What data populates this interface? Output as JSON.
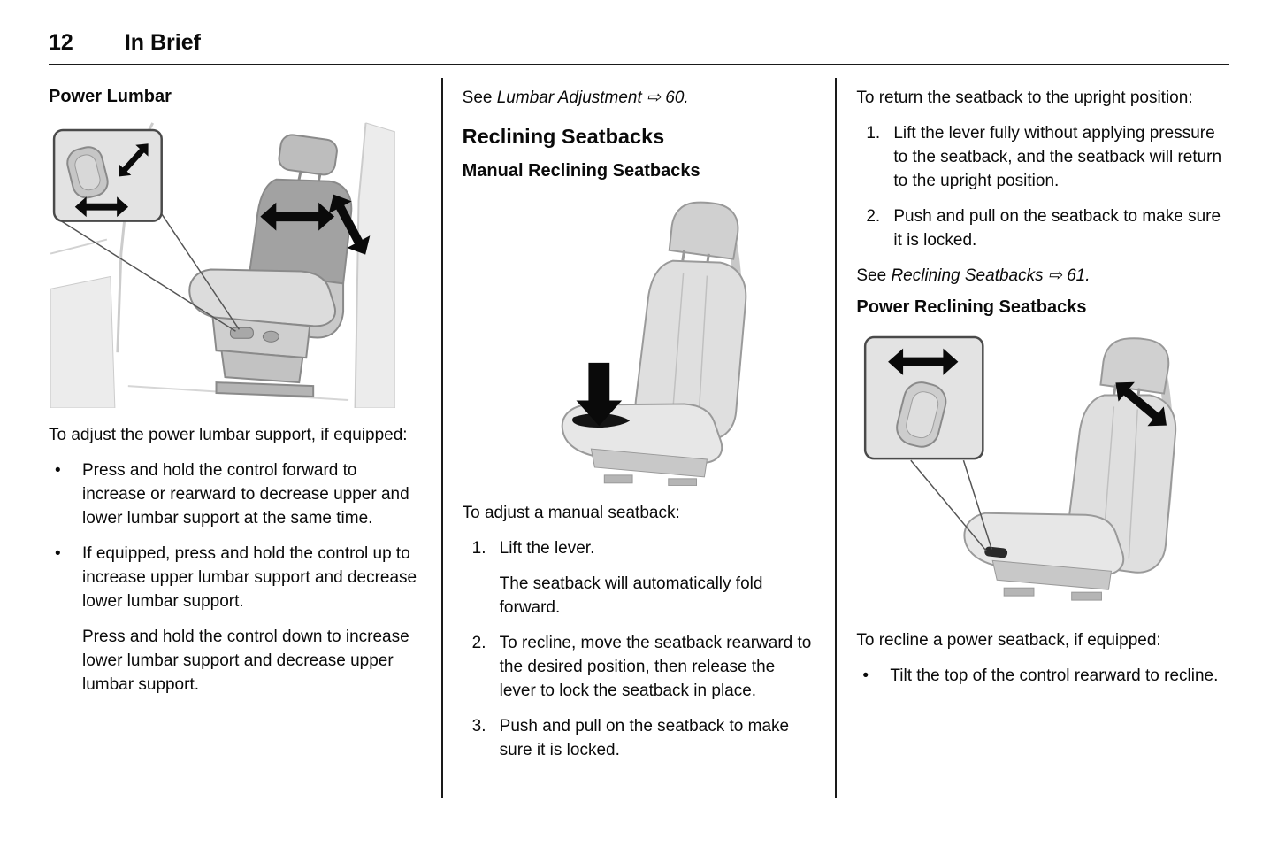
{
  "header": {
    "page_number": "12",
    "section_title": "In Brief"
  },
  "col1": {
    "heading": "Power Lumbar",
    "intro": "To adjust the power lumbar support, if equipped:",
    "bullets": [
      "Press and hold the control forward to increase or rearward to decrease upper and lower lumbar support at the same time.",
      "If equipped, press and hold the control up to increase upper lumbar support and decrease lower lumbar support."
    ],
    "continuation": "Press and hold the control down to increase lower lumbar support and decrease upper lumbar support."
  },
  "col2": {
    "see_reference": {
      "prefix": "See ",
      "link": "Lumbar Adjustment",
      "suffix": " ⇨ 60."
    },
    "heading": "Reclining Seatbacks",
    "subheading": "Manual Reclining Seatbacks",
    "intro": "To adjust a manual seatback:",
    "steps": [
      {
        "num": "1.",
        "text": "Lift the lever.",
        "text2": "The seatback will automatically fold forward."
      },
      {
        "num": "2.",
        "text": "To recline, move the seatback rearward to the desired position, then release the lever to lock the seatback in place."
      },
      {
        "num": "3.",
        "text": "Push and pull on the seatback to make sure it is locked."
      }
    ]
  },
  "col3": {
    "intro": "To return the seatback to the upright position:",
    "steps": [
      {
        "num": "1.",
        "text": "Lift the lever fully without applying pressure to the seatback, and the seatback will return to the upright position."
      },
      {
        "num": "2.",
        "text": "Push and pull on the seatback to make sure it is locked."
      }
    ],
    "see_reference": {
      "prefix": "See ",
      "link": "Reclining Seatbacks",
      "suffix": " ⇨ 61."
    },
    "subheading": "Power Reclining Seatbacks",
    "intro2": "To recline a power seatback, if equipped:",
    "bullets": [
      "Tilt the top of the control rearward to recline."
    ]
  }
}
